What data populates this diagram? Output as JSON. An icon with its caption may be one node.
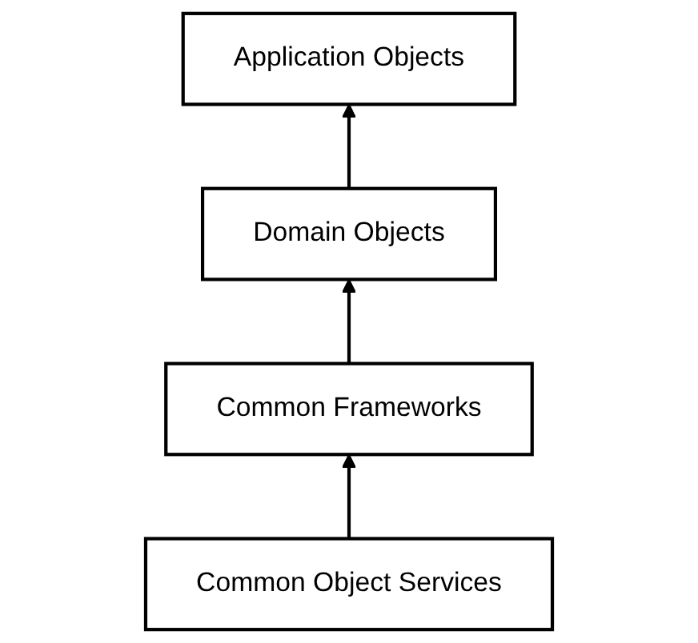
{
  "diagram": {
    "nodes": [
      {
        "text": [
          "Application Objects"
        ]
      },
      {
        "text": [
          "Domain Objects"
        ]
      },
      {
        "text": [
          "Common Frameworks"
        ]
      },
      {
        "text": [
          "Common Object Services"
        ]
      }
    ],
    "edges": [
      {
        "from": 3,
        "to": 2,
        "arrow": "to"
      },
      {
        "from": 2,
        "to": 1,
        "arrow": "to"
      },
      {
        "from": 1,
        "to": 0,
        "arrow": "to"
      }
    ]
  }
}
